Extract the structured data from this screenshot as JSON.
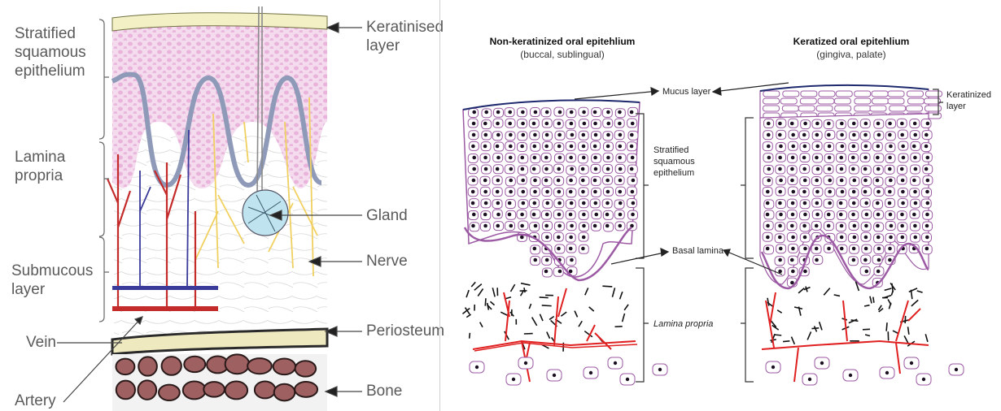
{
  "left_diagram": {
    "labels": {
      "stratified": "Stratified\nsquamous\nepithelium",
      "lamina": "Lamina\npropria",
      "submucous": "Submucous\nlayer",
      "vein": "Vein",
      "artery": "Artery",
      "keratinised": "Keratinised\nlayer",
      "gland": "Gland",
      "nerve": "Nerve",
      "periosteum": "Periosteum",
      "bone": "Bone"
    }
  },
  "right_diagram": {
    "left_title": "Non-keratinized oral  epitehlium",
    "left_subtitle": "(buccal, sublingual)",
    "right_title": "Keratized oral epitehlium",
    "right_subtitle": "(gingiva, palate)",
    "labels": {
      "mucus": "Mucus layer",
      "keratinized": "Keratinized\nlayer",
      "stratified": "Stratified\nsquamous\nepithelium",
      "basal": "Basal lamina",
      "lamina": "Lamina propria"
    }
  },
  "colors": {
    "epithelium_pink": "#f2d3ea",
    "basal_blue": "#8e9ab8",
    "keratin": "#f3f0c6",
    "artery": "#c42b2b",
    "vein": "#3a3a9a",
    "nerve": "#f0d060",
    "gland": "#bfe4ef",
    "bone": "#9e6060",
    "cell_outline": "#9c5aa4",
    "capillary": "#e02020",
    "mucus": "#1f2a6e"
  }
}
